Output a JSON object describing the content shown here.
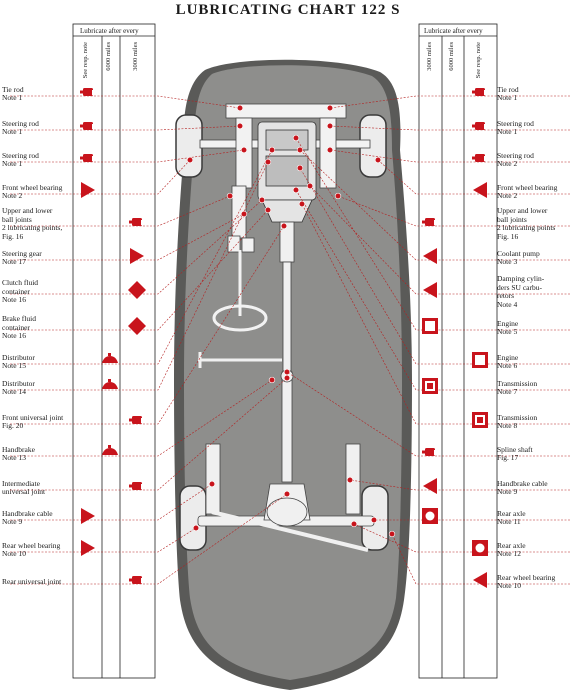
{
  "title": "LUBRICATING CHART 122 S",
  "header": {
    "left": "Lubricate  after  every",
    "right": "Lubricate  after  every",
    "left_cols": [
      "See resp. note",
      "6000 miles",
      "3000 miles"
    ],
    "right_cols": [
      "3000 miles",
      "6000 miles",
      "See resp. note"
    ]
  },
  "colors": {
    "mark": "#c8141c",
    "car": "#8c8c8a",
    "body_dark": "#5e5e5c",
    "line": "#b42020"
  },
  "left_labels": [
    {
      "lines": [
        "Tie rod",
        "Note 1"
      ]
    },
    {
      "lines": [
        "Steering rod",
        "Note 1"
      ]
    },
    {
      "lines": [
        "Steering rod",
        "Note 1"
      ]
    },
    {
      "lines": [
        "Front wheel bearing",
        "Note 2"
      ]
    },
    {
      "lines": [
        "Upper and lower",
        "ball joints",
        "2 lubricating points,",
        "Fig. 16"
      ]
    },
    {
      "lines": [
        "Steering gear",
        "Note 17"
      ]
    },
    {
      "lines": [
        "Clutch fluid",
        "container",
        "Note 16"
      ]
    },
    {
      "lines": [
        "Brake fluid",
        "container",
        "Note 16"
      ]
    },
    {
      "lines": [
        "Distributor",
        "Note 15"
      ]
    },
    {
      "lines": [
        "Distributor",
        "Note 14"
      ]
    },
    {
      "lines": [
        "Front universal joint",
        "Fig. 20"
      ]
    },
    {
      "lines": [
        "Handbrake",
        "Note 13"
      ]
    },
    {
      "lines": [
        "Intermediate",
        "universal joint"
      ]
    },
    {
      "lines": [
        "Handbrake cable",
        "Note 9"
      ]
    },
    {
      "lines": [
        "Rear wheel bearing",
        "Note 10"
      ]
    },
    {
      "lines": [
        "Rear universal joint"
      ]
    }
  ],
  "right_labels": [
    {
      "lines": [
        "Tie rod",
        "Note 1"
      ]
    },
    {
      "lines": [
        "Steering rod",
        "Note 1"
      ]
    },
    {
      "lines": [
        "Steering rod",
        "Note 2"
      ]
    },
    {
      "lines": [
        "Front wheel bearing",
        "Note 2"
      ]
    },
    {
      "lines": [
        "Upper and lower",
        "ball joints",
        "2 lubricating points",
        "Fig. 16"
      ]
    },
    {
      "lines": [
        "Coolant pump",
        "Note 3"
      ]
    },
    {
      "lines": [
        "Damping cylin-",
        "ders SU carbu-",
        "retors",
        "Note 4"
      ]
    },
    {
      "lines": [
        "Engine",
        "Note 5"
      ]
    },
    {
      "lines": [
        "Engine",
        "Note 6"
      ]
    },
    {
      "lines": [
        "Transmission",
        "Note 7"
      ]
    },
    {
      "lines": [
        "Transmission",
        "Note 8"
      ]
    },
    {
      "lines": [
        "Spline shaft",
        "Fig. 17"
      ]
    },
    {
      "lines": [
        "Handbrake cable",
        "Note 9"
      ]
    },
    {
      "lines": [
        "Rear axle",
        "Note 11"
      ]
    },
    {
      "lines": [
        "Rear axle",
        "Note 12"
      ]
    },
    {
      "lines": [
        "Rear wheel bearing",
        "Note 10"
      ]
    }
  ],
  "icons": {
    "grease-nipple": "grease-nipple-icon",
    "triangle": "triangle-icon",
    "diamond": "diamond-icon",
    "oil-can": "oil-can-icon",
    "square": "square-icon",
    "square-dot": "square-dot-icon",
    "circle": "circle-icon"
  }
}
